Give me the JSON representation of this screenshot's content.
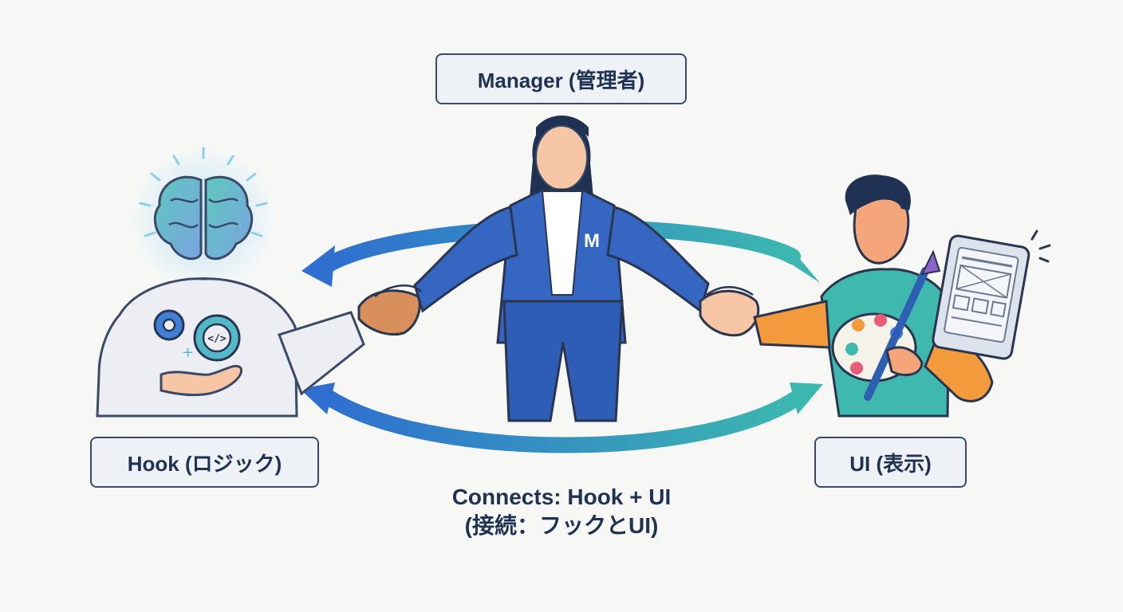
{
  "labels": {
    "manager": "Manager (管理者)",
    "hook": "Hook (ロジック)",
    "ui": "UI (表示)"
  },
  "caption": {
    "line1": "Connects: Hook + UI",
    "line2": "(接続：フックとUI)"
  },
  "badge_letter": "M",
  "code_glyph": "</>",
  "colors": {
    "navy": "#1f3253",
    "blue": "#2f5fb3",
    "teal": "#3fb8ad",
    "orange": "#f39a3d",
    "skin": "#f6c6a6",
    "background": "#f7f8f6"
  }
}
